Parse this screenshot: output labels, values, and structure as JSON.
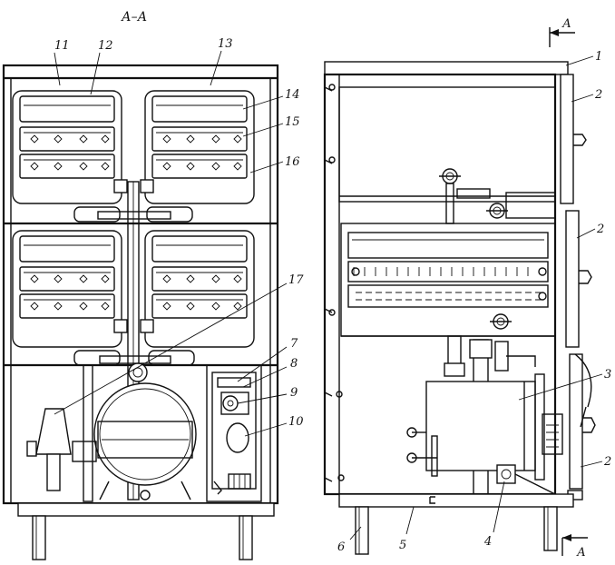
{
  "section_title": "А–А",
  "section_marks": {
    "top": "А",
    "bottom": "А"
  },
  "left_callouts": [
    "11",
    "12",
    "13",
    "14",
    "15",
    "16",
    "17",
    "7",
    "8",
    "9",
    "10"
  ],
  "right_callouts": [
    "1",
    "2",
    "2",
    "3",
    "2",
    "4",
    "5",
    "6"
  ],
  "colors": {
    "ink": "#111111",
    "paper": "#ffffff"
  }
}
